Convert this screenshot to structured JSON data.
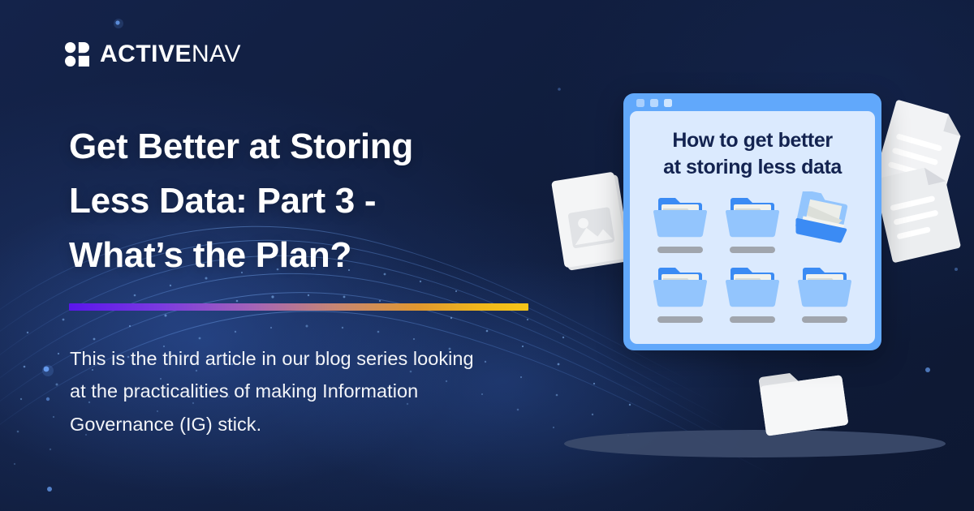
{
  "brand": {
    "logo_mark": "activenav-quad-mark-icon",
    "name_bold": "ACTIVE",
    "name_light": "NAV",
    "accent_navy": "#101d3d",
    "accent_blue": "#61a8fb"
  },
  "hero": {
    "headline_line1": "Get Better at Storing",
    "headline_line2": "Less Data: Part 3 -",
    "headline_line3": "What’s the Plan?",
    "divider": {
      "gradient_from": "#5a15ec",
      "gradient_mid": "#c78673",
      "gradient_to": "#f5c518"
    },
    "subtitle_line1": "This is the third article in our blog series looking",
    "subtitle_line2": "at the practicalities of making Information",
    "subtitle_line3": "Governance (IG) stick."
  },
  "illustration": {
    "window": {
      "dots": [
        "window-dot-1",
        "window-dot-2",
        "window-dot-3"
      ],
      "card_title_line1": "How to get better",
      "card_title_line2": "at storing less data",
      "folders": [
        {
          "name": "folder-1",
          "state": "closed"
        },
        {
          "name": "folder-2",
          "state": "closed"
        },
        {
          "name": "folder-3",
          "state": "open"
        },
        {
          "name": "folder-4",
          "state": "closed"
        },
        {
          "name": "folder-5",
          "state": "closed"
        },
        {
          "name": "folder-6",
          "state": "closed"
        }
      ]
    },
    "floating": [
      {
        "name": "floating-image-document-left",
        "type": "document-with-photo"
      },
      {
        "name": "floating-text-document-top-right",
        "type": "document-with-lines"
      },
      {
        "name": "floating-text-document-right",
        "type": "document-with-lines"
      },
      {
        "name": "floating-folder-bottom",
        "type": "folder"
      }
    ],
    "ground_shadow": "ground-shadow-ellipse"
  }
}
